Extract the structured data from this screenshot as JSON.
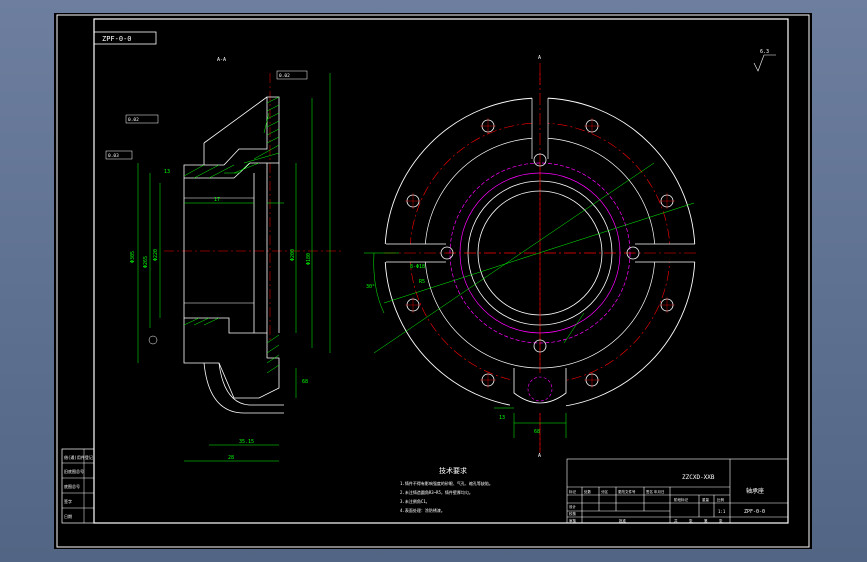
{
  "drawing": {
    "top_left_code": "ZPF-0-0",
    "title_zh": "技术要求",
    "notes": [
      "1.铸件不得有影响强度的砂眼、气孔、缩孔等缺陷。",
      "2.未注铸造圆角R3~R5，铸件壁厚均匀。",
      "3.未注倒角C1。",
      "4.表面处理：涂防锈漆。"
    ],
    "section_label_left": "A-A",
    "view_label_top": "A",
    "view_label_bottom": "A",
    "roughness_note": "6.3",
    "company": "ZZCXD-XXB",
    "part_name": "轴承座",
    "drawing_no": "ZPF-0-0",
    "scale": "1:1",
    "tb_labels": [
      "设计",
      "校核",
      "审核",
      "工艺",
      "标准化",
      "批准"
    ],
    "tb_cols": [
      "标记",
      "处数",
      "分区",
      "更改文件号",
      "签名",
      "年月日"
    ],
    "tb_sub": [
      "阶段标记",
      "重量",
      "比例"
    ],
    "tb_sheet": [
      "共",
      "张",
      "第",
      "张"
    ],
    "side_labels": [
      "借(通)用件登记",
      "旧底图总号",
      "底图总号",
      "签字",
      "日期"
    ]
  },
  "dims": {
    "d1": "Φ305",
    "d2": "Φ265",
    "d3": "Φ220",
    "d4": "Φ200",
    "d5": "Φ180",
    "len1": "28",
    "len2": "35.15",
    "len3": "17",
    "w1": "68",
    "w2": "13",
    "tol1": "0.02",
    "tol2": "0.03",
    "angle": "30°",
    "r1": "R5",
    "n1": "8-Φ18"
  }
}
